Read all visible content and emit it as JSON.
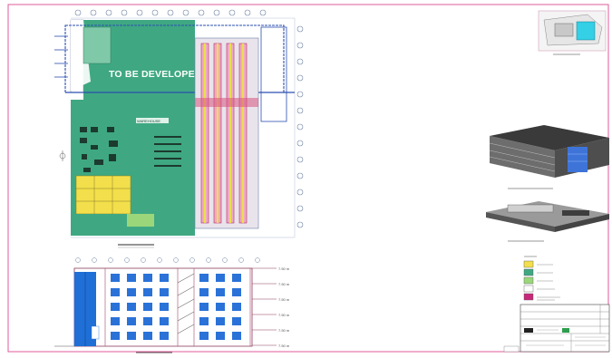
{
  "plan": {
    "overlay_text": "TO BE DEVELOPED",
    "hall_label": "WAREHOUSE"
  },
  "elevation": {
    "level_markers": [
      "7.50 m",
      "7.50 m",
      "7.50 m",
      "7.50 m",
      "7.50 m",
      "7.50 m"
    ]
  },
  "colors": {
    "sheet_border": "#e05a9b",
    "floor_green": "#3fa882",
    "rack_pink": "#d7537f",
    "rack_yellow": "#e8e14a",
    "legend_magenta": "#c8287a",
    "facade_blue": "#1f6fd6",
    "site_cyan": "#33d0e6",
    "annotation_blue": "#2b4fb0"
  },
  "legend": {
    "swatches": [
      "#f3df4b",
      "#3fa882",
      "#9bd77a",
      "#ffffff",
      "#c8287a"
    ]
  },
  "icons": [
    "north-arrow-icon",
    "key-plan-thumbnail",
    "3d-building-view",
    "3d-ground-view"
  ]
}
